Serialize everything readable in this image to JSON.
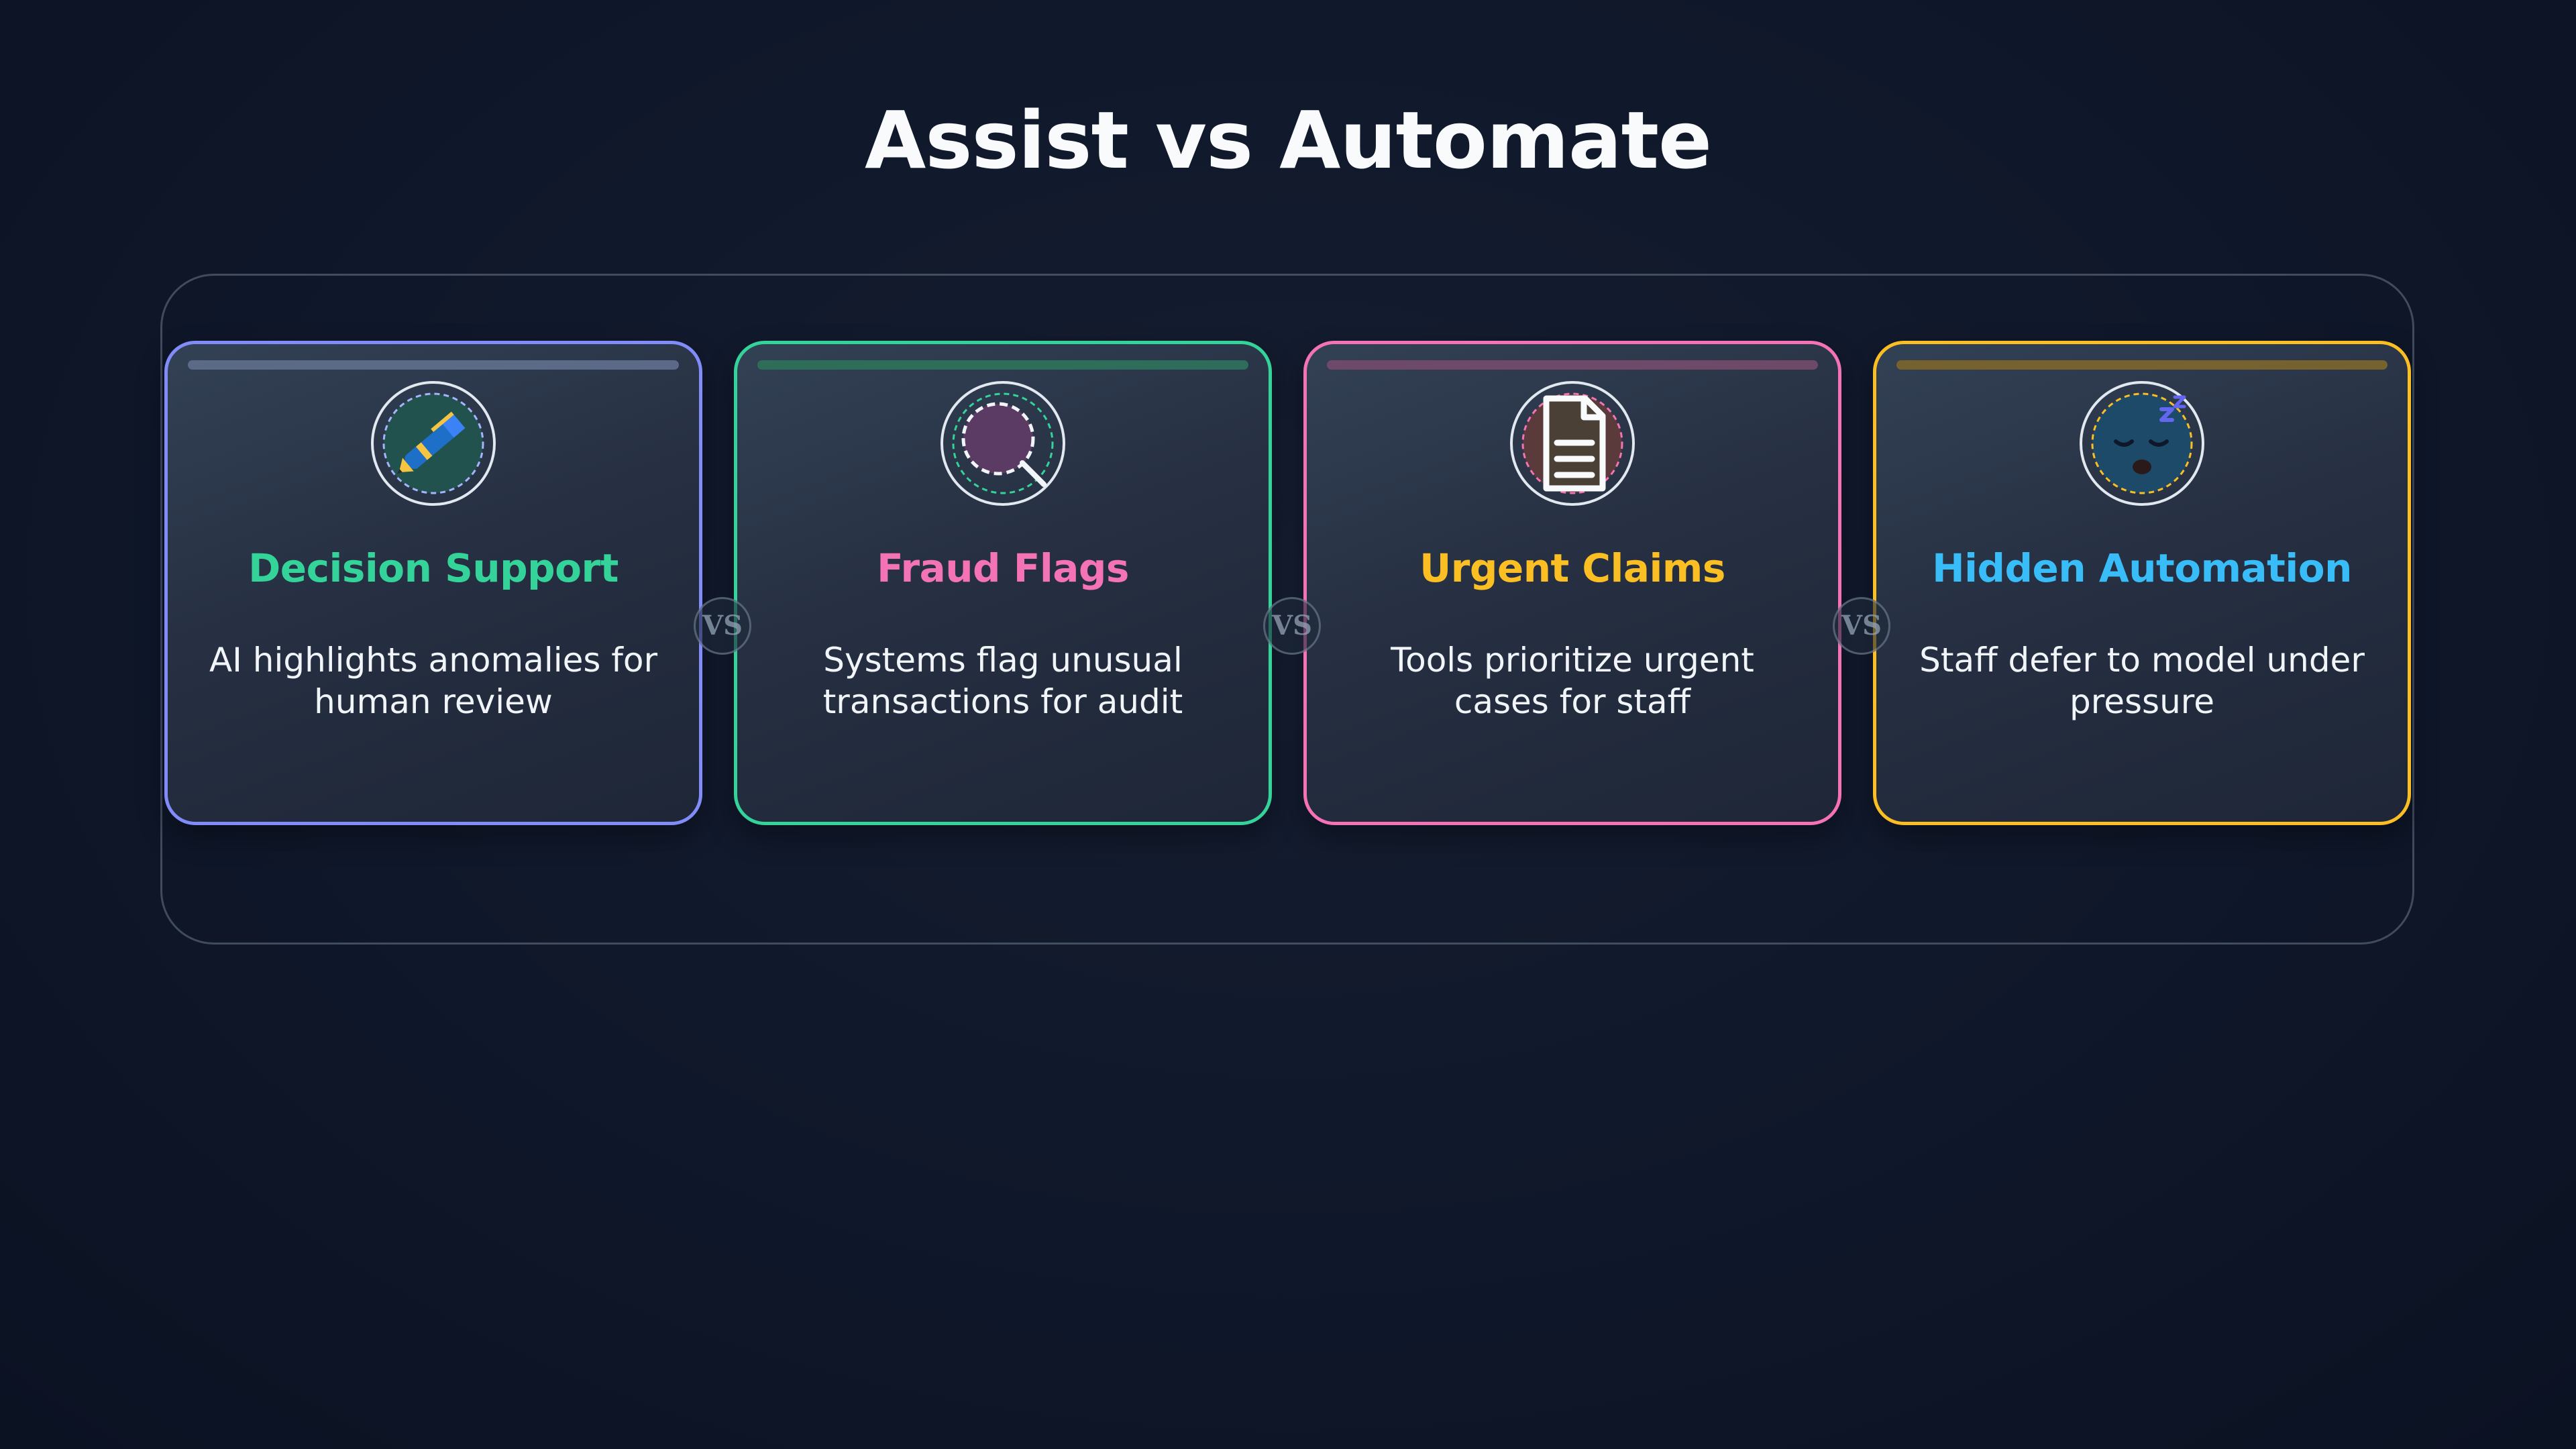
{
  "title": "Assist vs Automate",
  "vs_label": "VS",
  "cards": [
    {
      "title": "Decision Support",
      "description": "AI highlights anomalies for human review",
      "icon": "pen-icon",
      "border_color": "#818cf8",
      "title_color": "#34d399"
    },
    {
      "title": "Fraud Flags",
      "description": "Systems flag unusual transactions for audit",
      "icon": "magnifier-icon",
      "border_color": "#34d399",
      "title_color": "#f472b6"
    },
    {
      "title": "Urgent Claims",
      "description": "Tools prioritize urgent cases for staff",
      "icon": "document-icon",
      "border_color": "#f472b6",
      "title_color": "#fbbf24"
    },
    {
      "title": "Hidden Automation",
      "description": "Staff defer to model under pressure",
      "icon": "sleeping-face-icon",
      "border_color": "#fbbf24",
      "title_color": "#38bdf8"
    }
  ]
}
